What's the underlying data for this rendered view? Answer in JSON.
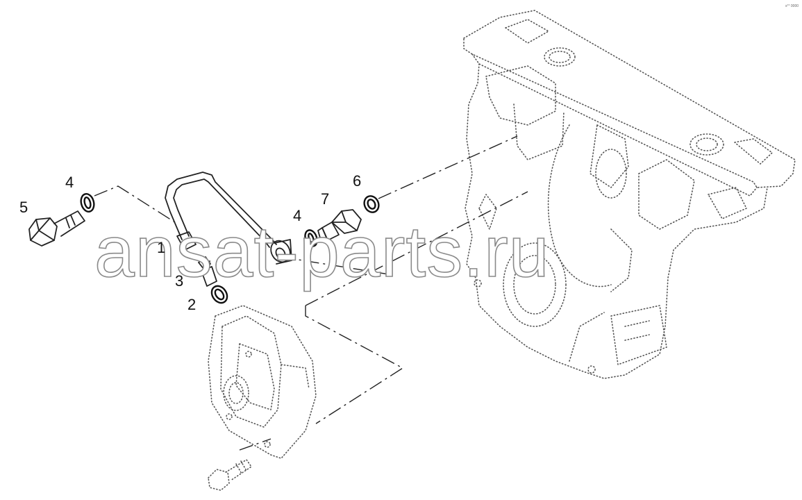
{
  "diagram": {
    "callouts": [
      "1",
      "2",
      "3",
      "4",
      "4",
      "5",
      "6",
      "7"
    ],
    "watermark": "ansat-parts.ru",
    "corner_mark": "s°° 0000"
  }
}
